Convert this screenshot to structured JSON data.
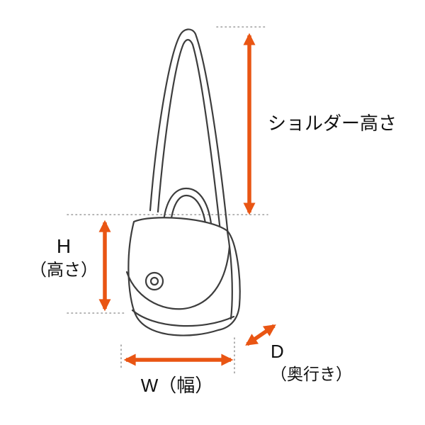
{
  "figure": {
    "type": "product-dimension-diagram",
    "subject": "shoulder-bag-line-drawing",
    "colors": {
      "arrow": "#e95513",
      "line_art": "#3d3d3d",
      "guide_dots": "#9b9b9b",
      "background": "#ffffff",
      "text": "#111111"
    },
    "annotations": {
      "shoulder_height": {
        "label": "ショルダー高さ"
      },
      "height": {
        "label_main": "H",
        "label_sub": "（高さ）"
      },
      "width": {
        "label": "W（幅）"
      },
      "depth": {
        "label_main": "D",
        "label_sub": "（奥行き）"
      }
    }
  }
}
